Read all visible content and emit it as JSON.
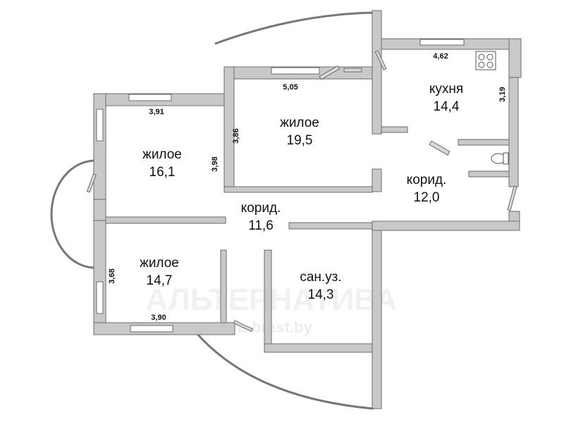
{
  "rooms": [
    {
      "name": "жилое",
      "area": "16,1"
    },
    {
      "name": "жилое",
      "area": "19,5"
    },
    {
      "name": "кухня",
      "area": "14,4"
    },
    {
      "name": "корид.",
      "area": "12,0"
    },
    {
      "name": "корид.",
      "area": "11,6"
    },
    {
      "name": "жилое",
      "area": "14,7"
    },
    {
      "name": "сан.уз.",
      "area": "14,3"
    }
  ],
  "dimensions": [
    "3,91",
    "3,98",
    "5,05",
    "3,86",
    "4,62",
    "3,19",
    "3,68",
    "3,90"
  ],
  "watermark": {
    "brand": "АЛЬТЕРНАТИВА",
    "site": "a-brest.by"
  },
  "colors": {
    "wall": "#c9c9c9",
    "outline": "#6a6a6a"
  }
}
